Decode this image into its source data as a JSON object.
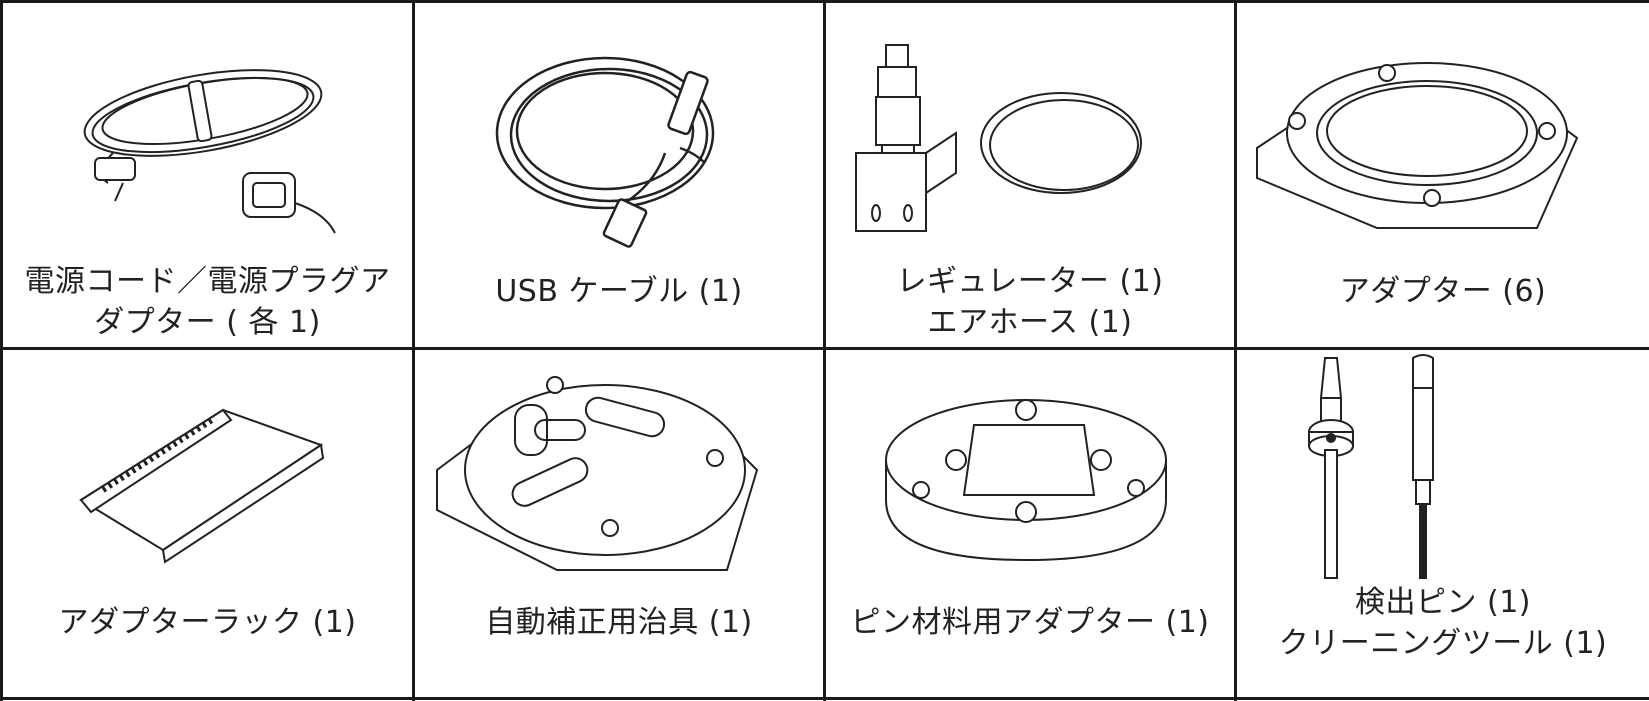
{
  "items": [
    {
      "lines": [
        "電源コード／電源プラグア",
        "ダプター ( 各 1)"
      ],
      "icon": "power-cord-icon"
    },
    {
      "lines": [
        "USB ケーブル (1)"
      ],
      "icon": "usb-cable-icon"
    },
    {
      "lines": [
        "レギュレーター (1)",
        "エアホース (1)"
      ],
      "icon": "regulator-icon"
    },
    {
      "lines": [
        "アダプター (6)"
      ],
      "icon": "adapter-icon"
    },
    {
      "lines": [
        "アダプターラック (1)"
      ],
      "icon": "adapter-rack-icon"
    },
    {
      "lines": [
        "自動補正用治具 (1)"
      ],
      "icon": "calibration-jig-icon"
    },
    {
      "lines": [
        "ピン材料用アダプター (1)"
      ],
      "icon": "pin-material-adapter-icon"
    },
    {
      "lines": [
        "検出ピン (1)",
        "クリーニングツール (1)"
      ],
      "icon": "detection-pin-icon"
    }
  ]
}
